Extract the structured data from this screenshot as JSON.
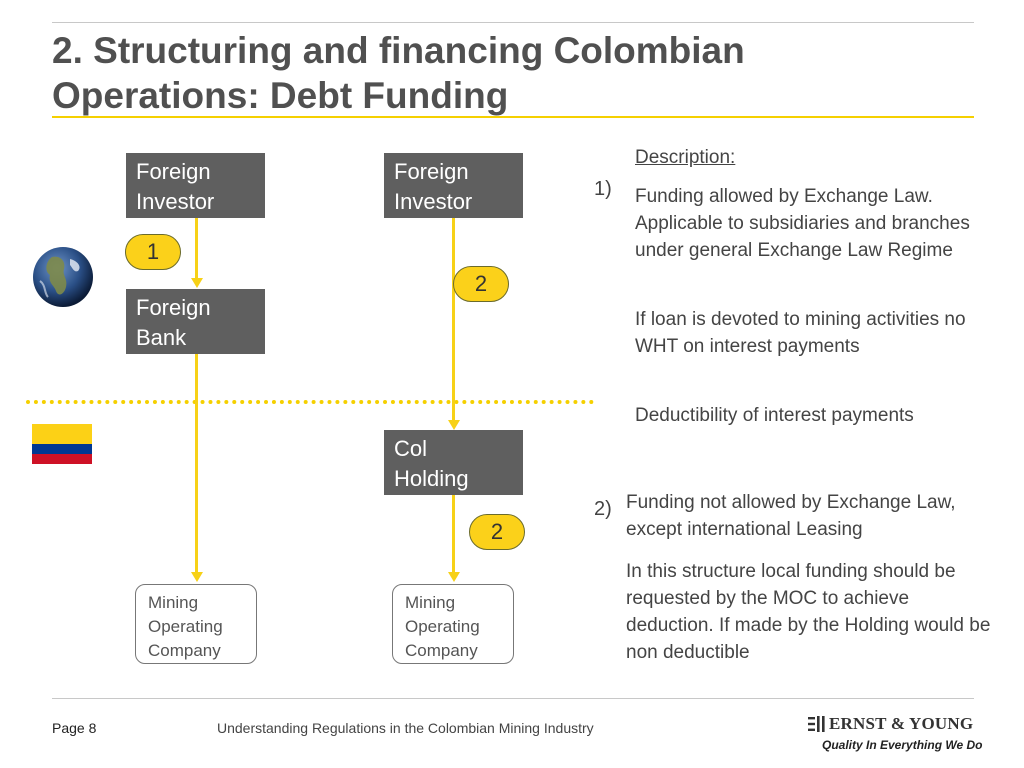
{
  "slide": {
    "title_line1": "2. Structuring and financing Colombian",
    "title_line2": "Operations: Debt Funding"
  },
  "diagram": {
    "left": {
      "investor_line1": "Foreign",
      "investor_line2": "Investor",
      "badge": "1",
      "bank_line1": "Foreign",
      "bank_line2": "Bank",
      "mining_line1": "Mining",
      "mining_line2": "Operating",
      "mining_line3": "Company"
    },
    "right": {
      "investor_line1": "Foreign",
      "investor_line2": "Investor",
      "badge_top": "2",
      "holding_line1": "Col",
      "holding_line2": "Holding",
      "badge_bottom": "2",
      "mining_line1": "Mining",
      "mining_line2": "Operating",
      "mining_line3": "Company"
    },
    "colors": {
      "box": "#5f5f5f",
      "arrow": "#f7d117",
      "badge": "#fbd11a",
      "flag_yellow": "#fcd116",
      "flag_blue": "#003893",
      "flag_red": "#ce1126"
    }
  },
  "notes": {
    "num1": "1)",
    "heading": "Description:",
    "p1": "Funding allowed by Exchange Law. Applicable to subsidiaries and branches under general Exchange Law Regime",
    "p2": "If loan is devoted to mining activities no WHT on interest payments",
    "p3": "Deductibility of interest payments",
    "num2": "2)",
    "p4": "Funding not allowed by Exchange Law, except international Leasing",
    "p5": "In this structure local funding should be requested by the MOC to achieve deduction. If made by the Holding would be non deductible"
  },
  "footer": {
    "page": "Page 8",
    "subtitle": "Understanding Regulations in the Colombian Mining Industry",
    "logo_name": "ERNST & YOUNG",
    "logo_tagline": "Quality In Everything We Do"
  }
}
